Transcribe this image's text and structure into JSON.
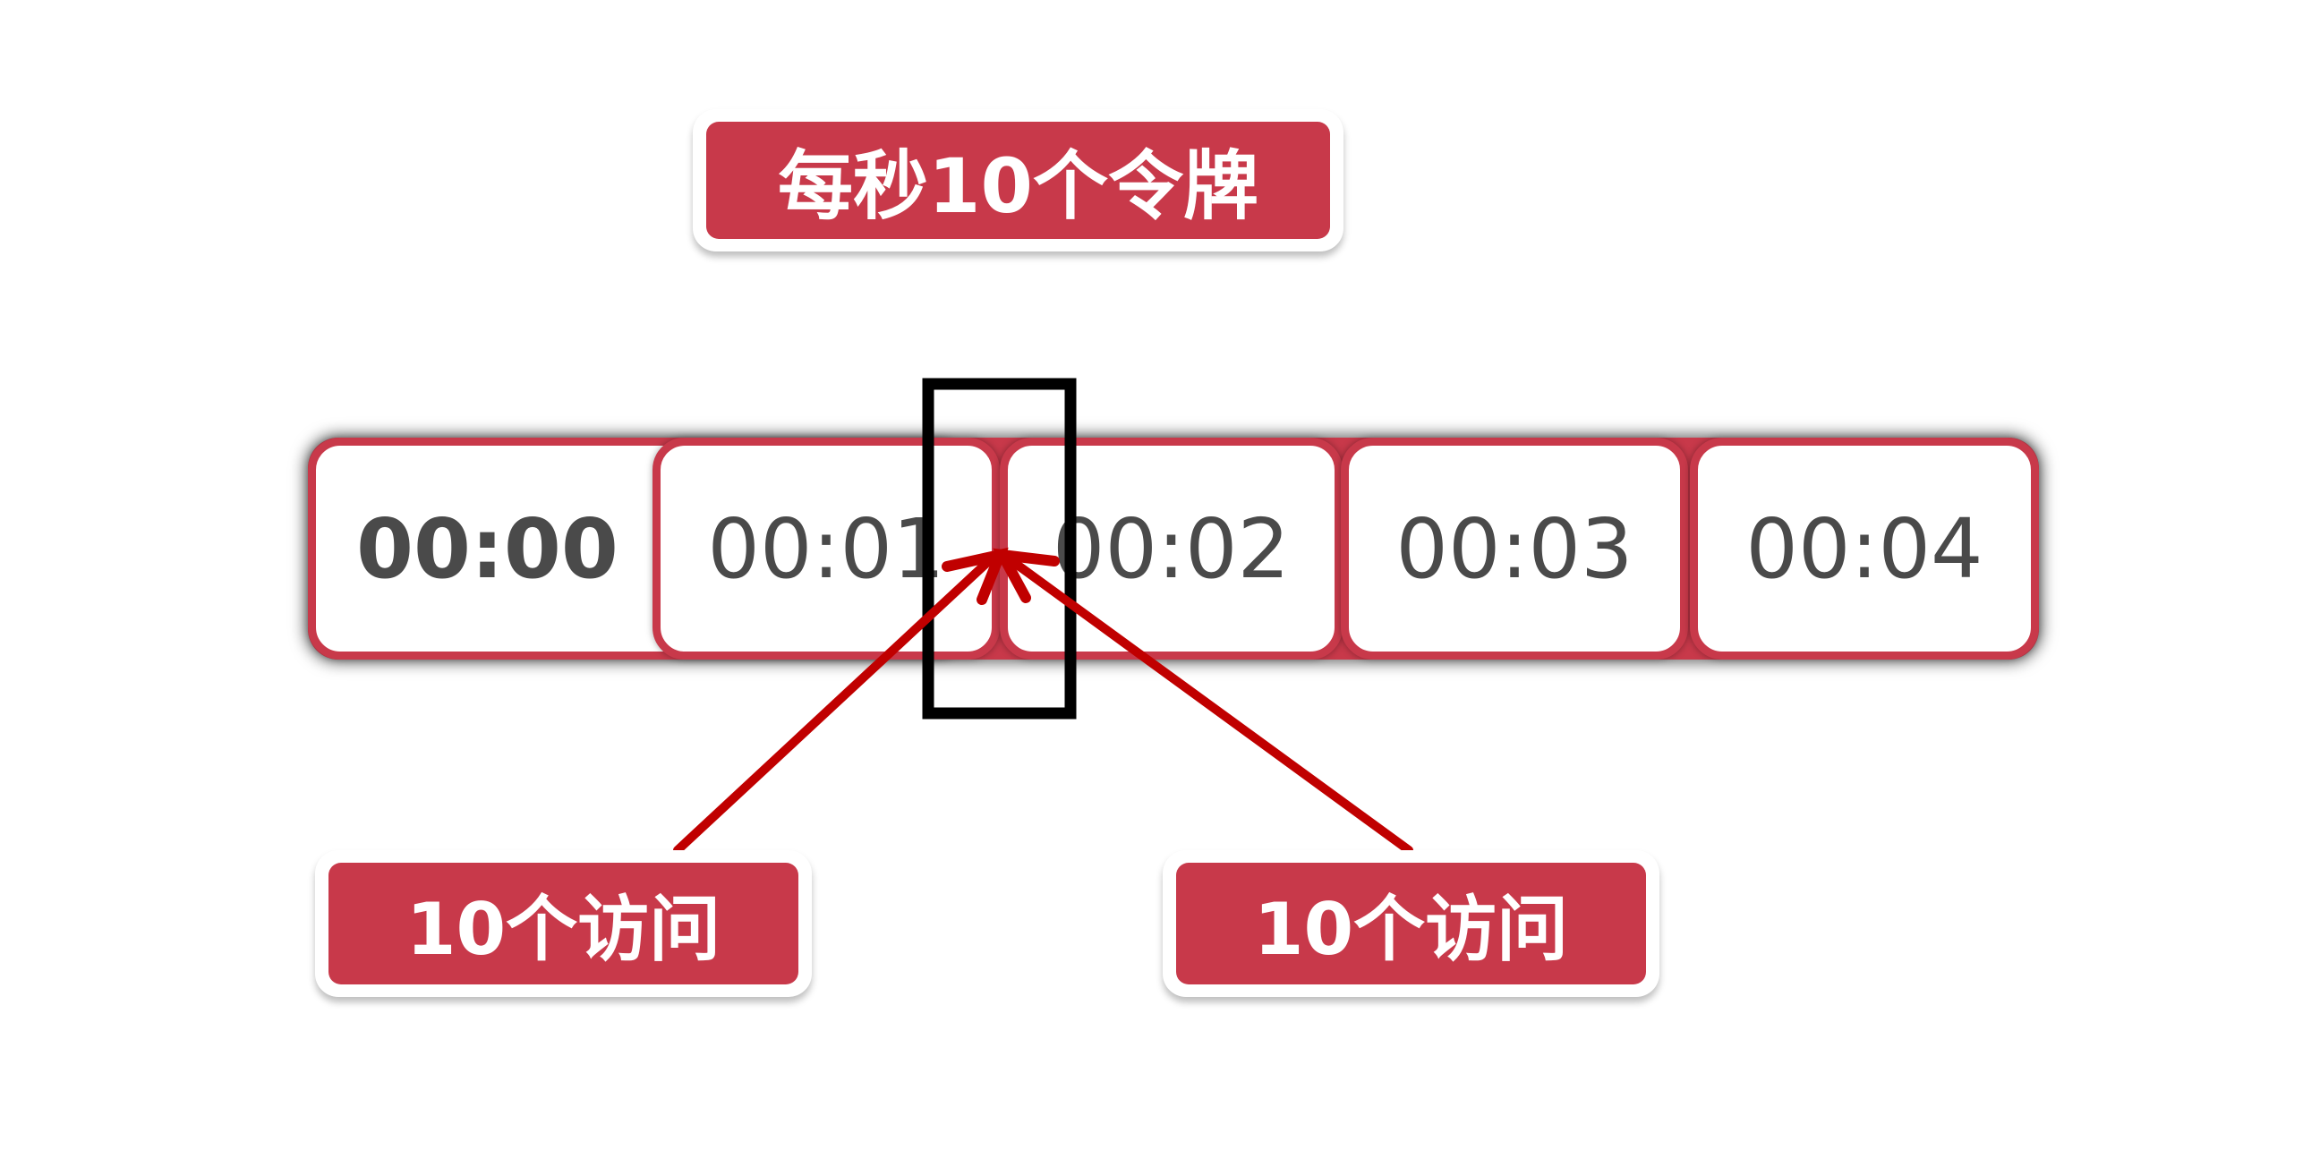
{
  "title": "每秒10个令牌",
  "time_slots": [
    "00:00",
    "00:01",
    "00:02",
    "00:03",
    "00:04"
  ],
  "requests": [
    {
      "label": "10个访问"
    },
    {
      "label": "10个访问"
    }
  ],
  "colors": {
    "accent": "#c8394a",
    "arrow": "#c00000",
    "window": "#000000",
    "text": "#4a4a4a"
  }
}
